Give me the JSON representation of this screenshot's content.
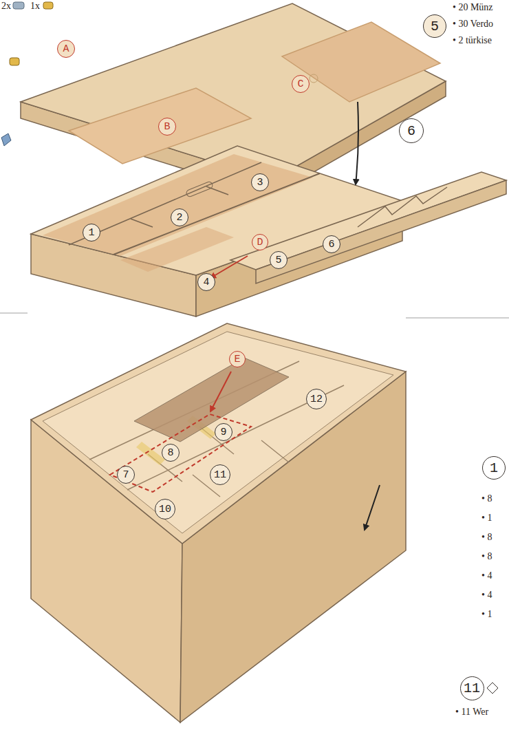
{
  "diagram": {
    "labels": [
      "2x",
      "1x",
      "5",
      "• 20 Münz",
      "• 30 Verdo",
      "• 2 türkise",
      "A",
      "B",
      "C",
      "6",
      "3",
      "2",
      "1",
      "D",
      "6",
      "5",
      "4",
      "E",
      "9",
      "8",
      "7",
      "12",
      "11",
      "10",
      "1",
      "• 8",
      "• 1",
      "• 8",
      "• 8",
      "• 4",
      "• 4",
      "• 1",
      "11",
      "• 11 Wer"
    ]
  }
}
